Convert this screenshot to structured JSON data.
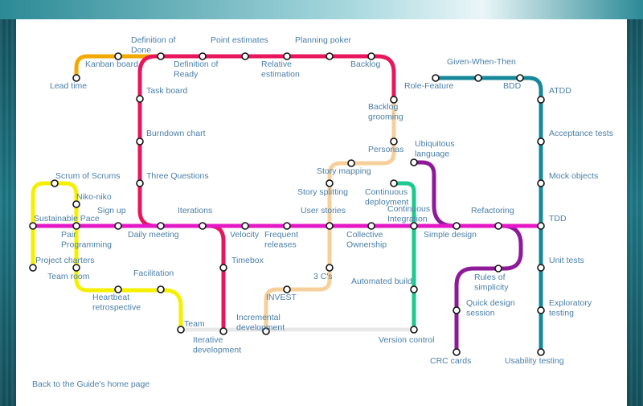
{
  "colors": {
    "pink": "#e8175d",
    "magenta": "#e418c7",
    "purple": "#8e1a9a",
    "teal": "#16889a",
    "green": "#1ec98f",
    "orange": "#f2a900",
    "yellow": "#f5f000",
    "peach": "#f7cf9a",
    "gray": "#e8e8e8"
  },
  "stations": {
    "lead_time": "Lead time",
    "kanban_board": "Kanban board",
    "definition_of_done": "Definition of Done",
    "definition_of_ready": "Definition of Ready",
    "point_estimates": "Point estimates",
    "relative_estimation": "Relative estimation",
    "planning_poker": "Planning poker",
    "backlog": "Backlog",
    "backlog_grooming": "Backlog grooming",
    "personas": "Personas",
    "story_mapping": "Story mapping",
    "story_splitting": "Story splitting",
    "user_stories": "User stories",
    "task_board": "Task board",
    "burndown_chart": "Burndown chart",
    "three_questions": "Three Questions",
    "iterations": "Iterations",
    "daily_meeting": "Daily meeting",
    "velocity": "Velocity",
    "frequent_releases": "Frequent releases",
    "collective_ownership": "Collective Ownership",
    "timebox": "Timebox",
    "iterative_development": "Iterative development",
    "scrum_of_scrums": "Scrum of Scrums",
    "niko_niko": "Niko-niko",
    "sustainable_pace": "Sustainable Pace",
    "sign_up": "Sign up",
    "pair_programming": "Pair Programming",
    "project_charters": "Project charters",
    "team_room": "Team room",
    "heartbeat_retrospective": "Heartbeat retrospective",
    "facilitation": "Facilitation",
    "team": "Team",
    "three_cs": "3 C's",
    "invest": "INVEST",
    "incremental_development": "Incremental development",
    "continuous_deployment": "Continuous deployment",
    "continuous_integration": "Continuous Integration",
    "automated_build": "Automated build",
    "version_control": "Version control",
    "ubiquitous_language": "Ubiquitous language",
    "simple_design": "Simple design",
    "refactoring": "Refactoring",
    "rules_of_simplicity": "Rules of simplicity",
    "quick_design_session": "Quick design session",
    "crc_cards": "CRC cards",
    "given_when_then": "Given-When-Then",
    "role_feature": "Role-Feature",
    "bdd": "BDD",
    "atdd": "ATDD",
    "acceptance_tests": "Acceptance tests",
    "mock_objects": "Mock objects",
    "tdd": "TDD",
    "unit_tests": "Unit tests",
    "exploratory_testing": "Exploratory testing",
    "usability_testing": "Usability testing"
  },
  "footer": {
    "back_link": "Back to the Guide's home page"
  }
}
